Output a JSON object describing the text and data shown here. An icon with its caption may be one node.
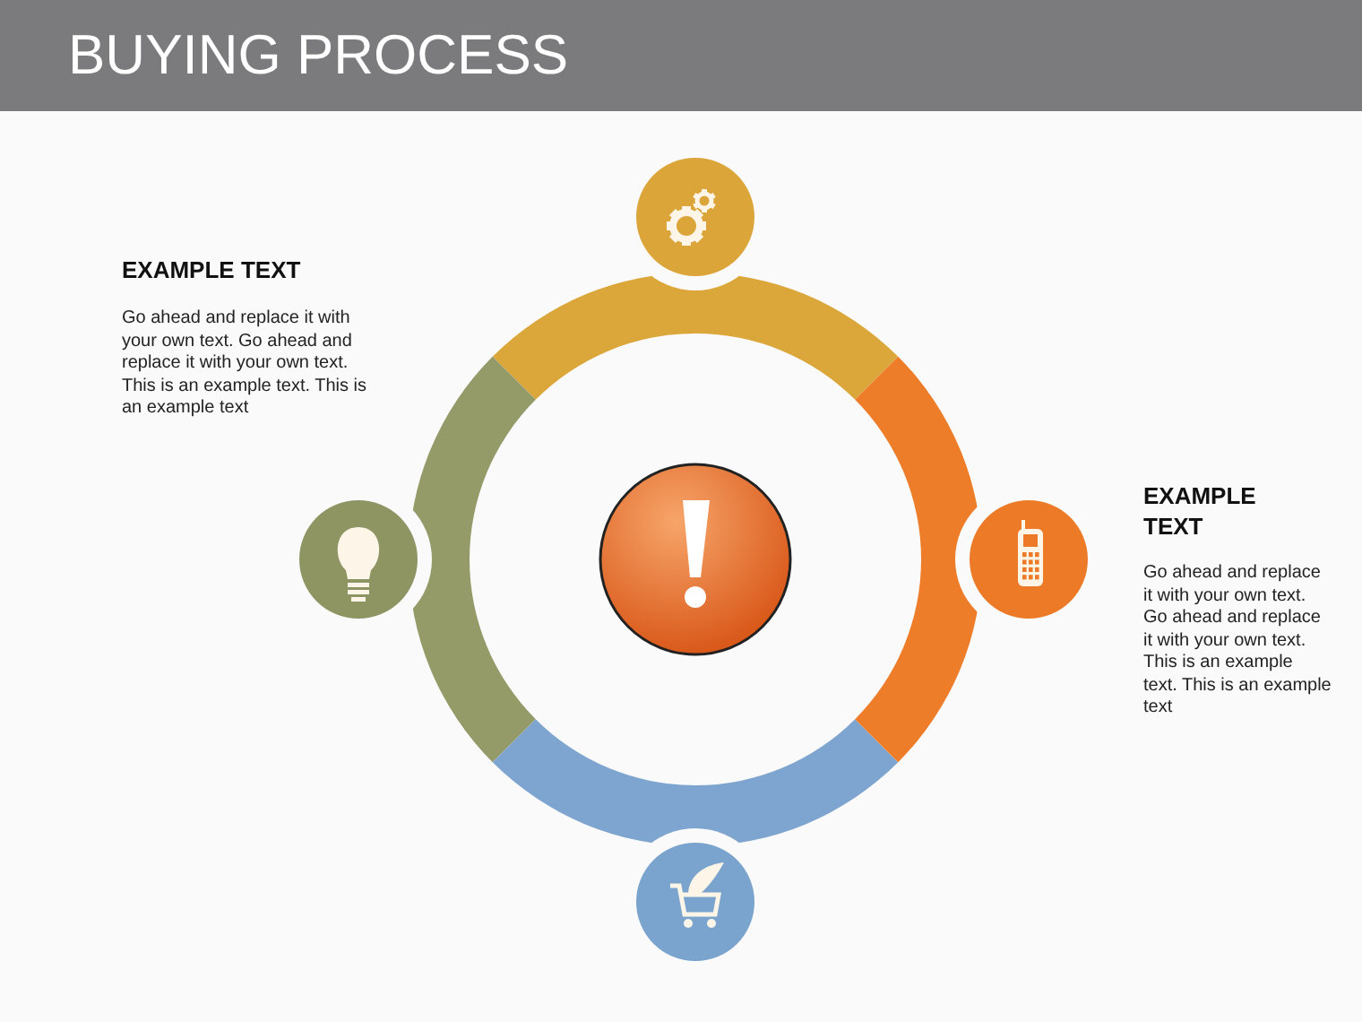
{
  "diagram": {
    "title": "BUYING PROCESS",
    "labels": [
      "EXAMPLE TEXT",
      "Go ahead and replace it with your own text. Go ahead and replace it with your own text. This is an example text. This is an example text",
      "EXAMPLE TEXT",
      "Go ahead and replace it with your own text. Go ahead and replace it with your own text. This is an example text. This is an example text"
    ]
  }
}
